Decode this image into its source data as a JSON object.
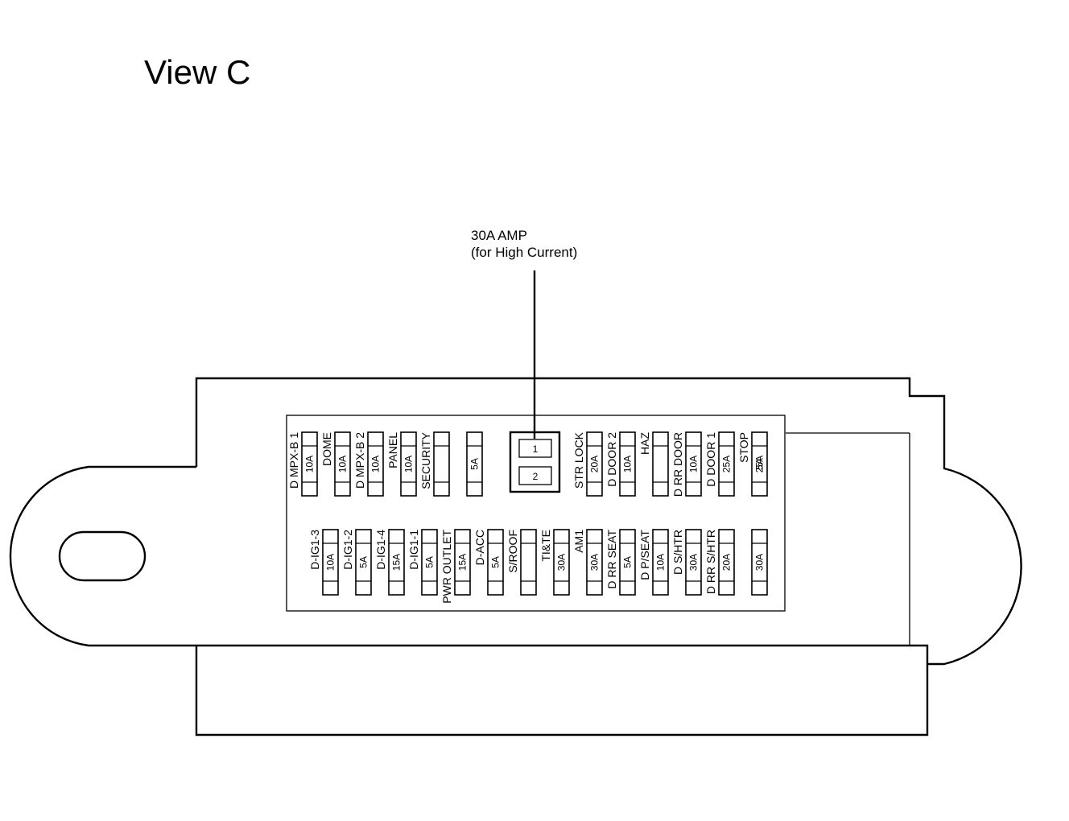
{
  "title": "View C",
  "callout": {
    "line1": "30A AMP",
    "line2": "(for High Current)"
  },
  "relay_box": {
    "slot1": "1",
    "slot2": "2"
  },
  "fuses_top": [
    {
      "name": "D MPX-B 1",
      "amp": "10A"
    },
    {
      "name": "DOME",
      "amp": "10A"
    },
    {
      "name": "D MPX-B 2",
      "amp": "10A"
    },
    {
      "name": "PANEL",
      "amp": "10A"
    },
    {
      "name": "SECURITY",
      "amp": ""
    },
    {
      "name": "",
      "amp": "5A"
    },
    {
      "name": "STR LOCK",
      "amp": "20A"
    },
    {
      "name": "D DOOR 2",
      "amp": "10A"
    },
    {
      "name": "HAZ",
      "amp": ""
    },
    {
      "name": "D RR DOOR",
      "amp": "10A"
    },
    {
      "name": "D DOOR 1",
      "amp": "25A"
    },
    {
      "name": "STOP",
      "amp": "25A"
    },
    {
      "name": "",
      "amp": "5A"
    }
  ],
  "fuses_bottom": [
    {
      "name": "D-IG1-3",
      "amp": "10A"
    },
    {
      "name": "D-IG1-2",
      "amp": "5A"
    },
    {
      "name": "D-IG1-4",
      "amp": "15A"
    },
    {
      "name": "D-IG1-1",
      "amp": "5A"
    },
    {
      "name": "PWR OUTLET",
      "amp": "15A"
    },
    {
      "name": "D-ACC",
      "amp": "5A"
    },
    {
      "name": "S/ROOF",
      "amp": ""
    },
    {
      "name": "TI&TE",
      "amp": "30A"
    },
    {
      "name": "AM1",
      "amp": "30A"
    },
    {
      "name": "D RR SEAT",
      "amp": "5A"
    },
    {
      "name": "D P/SEAT",
      "amp": "10A"
    },
    {
      "name": "D S/HTR",
      "amp": "30A"
    },
    {
      "name": "D RR S/HTR",
      "amp": "20A"
    },
    {
      "name": "",
      "amp": "30A"
    }
  ]
}
